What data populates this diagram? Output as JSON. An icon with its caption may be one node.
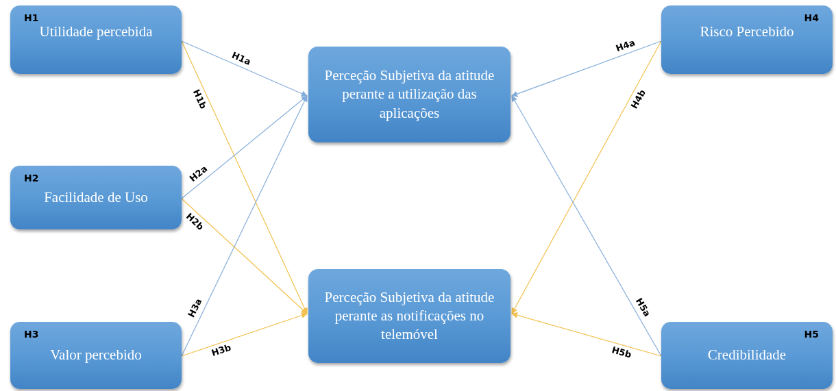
{
  "diagram": {
    "nodes": [
      {
        "text": [
          "H1",
          "Utilidade percebida"
        ]
      },
      {
        "text": [
          "H2",
          "Facilidade de Uso"
        ]
      },
      {
        "text": [
          "H3",
          "Valor percebido"
        ]
      },
      {
        "text": [
          "Perceção Subjetiva  da atitude perante a utilização das aplicações"
        ]
      },
      {
        "text": [
          "Perceção Subjetiva  da atitude perante as notificações no telemóvel"
        ]
      },
      {
        "text": [
          "H4",
          "Risco Percebido"
        ]
      },
      {
        "text": [
          "H5",
          "Credibilidade"
        ]
      }
    ],
    "edges": [
      {
        "from": 0,
        "to": 3,
        "arrow": "to",
        "label": "H1a"
      },
      {
        "from": 0,
        "to": 4,
        "arrow": "to",
        "label": "H1b",
        "color": "#f2c14e"
      },
      {
        "from": 1,
        "to": 3,
        "arrow": "to",
        "label": "H2a"
      },
      {
        "from": 1,
        "to": 4,
        "arrow": "to",
        "label": "H2b",
        "color": "#f2c14e"
      },
      {
        "from": 2,
        "to": 3,
        "arrow": "to",
        "label": "H3a"
      },
      {
        "from": 2,
        "to": 4,
        "arrow": "to",
        "label": "H3b",
        "color": "#f2c14e"
      },
      {
        "from": 5,
        "to": 3,
        "arrow": "to",
        "label": "H4a"
      },
      {
        "from": 5,
        "to": 4,
        "arrow": "to",
        "label": "H4b",
        "color": "#f2c14e"
      },
      {
        "from": 6,
        "to": 3,
        "arrow": "to",
        "label": "H5a"
      },
      {
        "from": 6,
        "to": 4,
        "arrow": "to",
        "label": "H5b",
        "color": "#f2c14e"
      }
    ]
  }
}
